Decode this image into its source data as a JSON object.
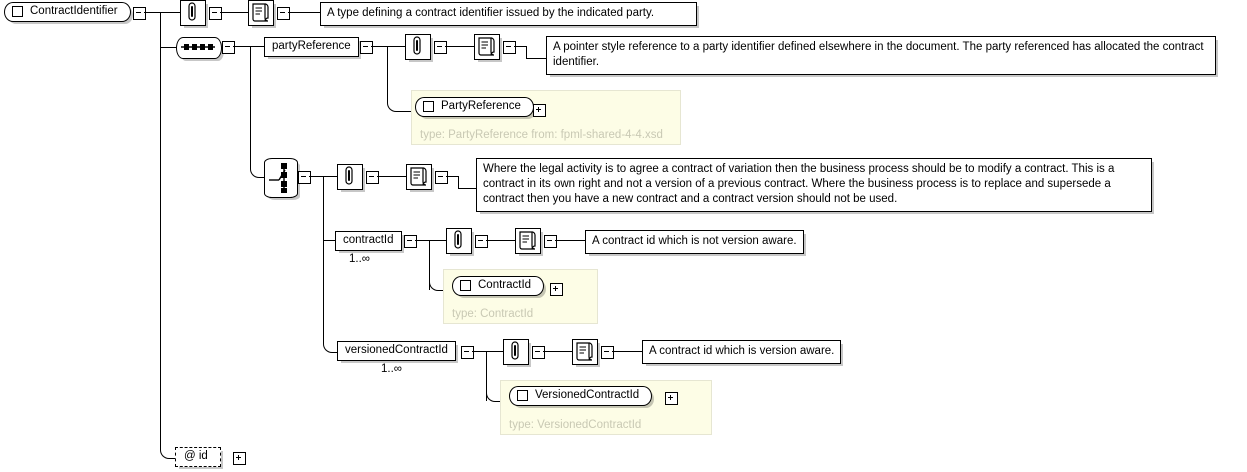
{
  "diagram": {
    "title": "ContractIdentifier",
    "type": "xml-schema-diagram",
    "root": {
      "name": "ContractIdentifier",
      "icon": "element-square-icon",
      "toggle": "minus"
    },
    "documentation": {
      "root_description": "A type defining a contract identifier issued by the indicated party.",
      "party_reference_description": "A pointer style reference to a party identifier defined elsewhere in the document. The party referenced has allocated the contract identifier.",
      "choice_description": "Where the legal activity is to agree a contract of variation then the business process should be to modify a contract. This is a contract in its own right and not a version of a previous contract. Where the business process is to replace and supersede a contract then you have a new contract and a contract version should not be used.",
      "contract_id_description": "A contract id which is not version aware.",
      "versioned_contract_id_description": "A contract id which is version aware."
    },
    "nodes": {
      "sequence": {
        "name": "sequence-compositor",
        "toggle": "minus"
      },
      "choice": {
        "name": "choice-compositor",
        "toggle": "minus"
      },
      "party_reference": {
        "label": "partyReference",
        "toggle": "minus"
      },
      "contract_id": {
        "label": "contractId",
        "cardinality": "1..∞",
        "toggle": "minus"
      },
      "versioned_contract_id": {
        "label": "versionedContractId",
        "cardinality": "1..∞",
        "toggle": "minus"
      },
      "attribute_id": {
        "label": "@ id",
        "toggle": "plus"
      }
    },
    "type_panels": [
      {
        "name": "PartyReference",
        "type_line": "type: PartyReference from: fpml-shared-4-4.xsd",
        "toggle": "plus"
      },
      {
        "name": "ContractId",
        "type_line": "type: ContractId",
        "toggle": "plus"
      },
      {
        "name": "VersionedContractId",
        "type_line": "type: VersionedContractId",
        "toggle": "plus"
      }
    ],
    "colors": {
      "background": "#ffffff",
      "line": "#000000",
      "type_panel_background": "#fdfde6",
      "type_panel_border": "#e6e6d2",
      "type_label_text": "#c9c9b4",
      "shadow": "rgba(0,0,0,0.22)"
    }
  }
}
